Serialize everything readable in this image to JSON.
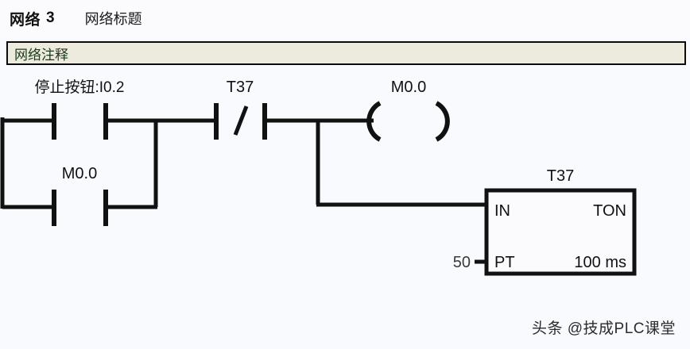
{
  "header": {
    "network_label": "网络",
    "network_number": "3",
    "network_title": "网络标题"
  },
  "comment": {
    "text": "网络注释"
  },
  "colors": {
    "background": "#f9fafd",
    "wire": "#111111",
    "comment_background": "#edeade",
    "comment_text": "#1b3a1b",
    "text": "#111111",
    "operand_value": "#3a3a3a"
  },
  "ladder": {
    "type": "ladder-logic",
    "rungs": [
      {
        "name": "rung-main",
        "elements": [
          {
            "kind": "contact-no",
            "name": "contact-stop-button",
            "label": "停止按钮:I0.2"
          },
          {
            "kind": "contact-nc",
            "name": "contact-t37",
            "label": "T37"
          },
          {
            "kind": "coil",
            "name": "coil-m00",
            "label": "M0.0"
          }
        ]
      },
      {
        "name": "rung-branch",
        "elements": [
          {
            "kind": "contact-no",
            "name": "contact-m00-seal",
            "label": "M0.0"
          }
        ]
      }
    ],
    "blocks": [
      {
        "kind": "timer",
        "name": "timer-block-t37",
        "title": "T37",
        "in_label": "IN",
        "type_label": "TON",
        "pt_label": "PT",
        "pt_value": "50",
        "time_base": "100 ms"
      }
    ]
  },
  "watermark": {
    "text": "头条 @技成PLC课堂"
  }
}
